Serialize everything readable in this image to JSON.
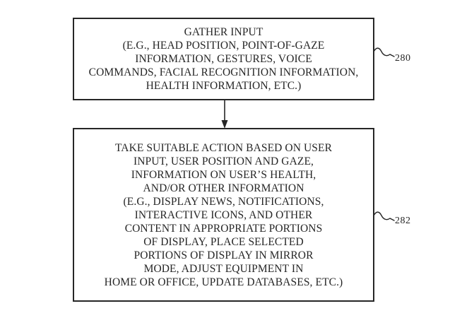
{
  "figure": {
    "background": "#ffffff",
    "line_color": "#262626",
    "boxes": [
      {
        "name": "gather-input-step",
        "ref_label": "280",
        "lines": [
          "GATHER INPUT",
          "(E.G., HEAD POSITION, POINT-OF-GAZE",
          "INFORMATION, GESTURES, VOICE",
          "COMMANDS, FACIAL RECOGNITION INFORMATION,",
          "HEALTH INFORMATION, ETC.)"
        ]
      },
      {
        "name": "take-suitable-action-step",
        "ref_label": "282",
        "lines": [
          "TAKE SUITABLE ACTION BASED ON USER",
          "INPUT, USER POSITION AND GAZE,",
          "INFORMATION ON USER’S HEALTH,",
          "AND/OR OTHER INFORMATION",
          "(E.G., DISPLAY NEWS, NOTIFICATIONS,",
          "INTERACTIVE ICONS, AND OTHER",
          "CONTENT IN APPROPRIATE PORTIONS",
          "OF DISPLAY, PLACE SELECTED",
          "PORTIONS OF DISPLAY IN MIRROR",
          "MODE, ADJUST EQUIPMENT IN",
          "HOME OR OFFICE, UPDATE DATABASES, ETC.)"
        ]
      }
    ],
    "connector": {
      "type": "arrow-down"
    }
  }
}
